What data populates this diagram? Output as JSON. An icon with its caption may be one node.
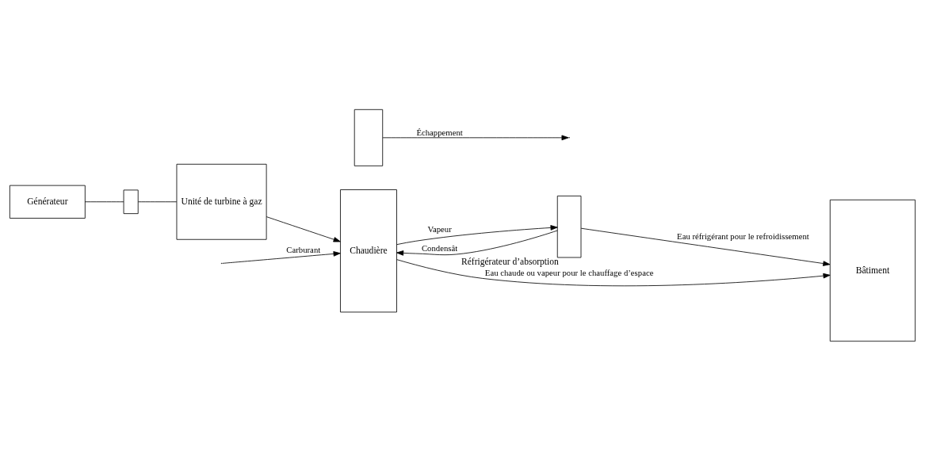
{
  "diagram": {
    "nodes": [
      {
        "text": [
          "Générateur"
        ]
      },
      {
        "text": [],
        "shape": "box"
      },
      {
        "text": [
          "Unité de turbine à gaz"
        ]
      },
      {
        "text": [
          "Chaudière"
        ]
      },
      {
        "text": [],
        "shape": "box"
      },
      {
        "text": [],
        "shape": "box",
        "beside": [
          "Réfrigérateur d’absorption"
        ]
      },
      {
        "text": [
          "Bâtiment"
        ]
      }
    ],
    "edges": [
      {
        "from": 0,
        "to": 1,
        "arrow": "none"
      },
      {
        "from": 1,
        "to": 2,
        "arrow": "none"
      },
      {
        "from": 2,
        "to": 3,
        "arrow": "to"
      },
      {
        "from": 4,
        "to": null,
        "arrow": "to",
        "label": "Échappement"
      },
      {
        "from": 3,
        "to": 5,
        "arrow": "to",
        "label": "Vapeur"
      },
      {
        "from": 5,
        "to": 3,
        "arrow": "to",
        "label": "Condensât"
      },
      {
        "from": 5,
        "to": 6,
        "arrow": "to",
        "label": "Eau réfrigérant pour le refroidissement"
      },
      {
        "from": null,
        "to": 3,
        "arrow": "to",
        "label": "Carburant"
      },
      {
        "from": 3,
        "to": 6,
        "arrow": "to",
        "label": "Eau chaude ou vapeur pour le chauffage d’espace"
      }
    ]
  }
}
